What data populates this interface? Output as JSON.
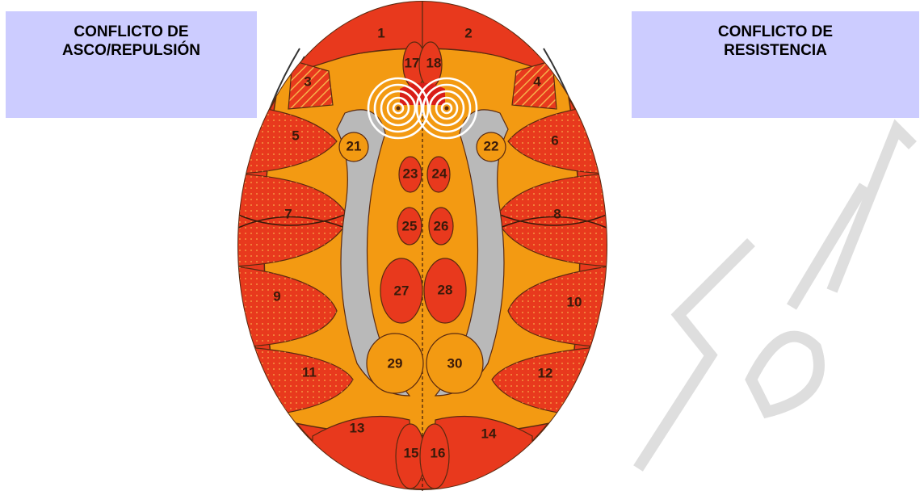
{
  "left_box": {
    "line1": "CONFLICTO DE",
    "line2": "ASCO/REPULSIÓN"
  },
  "right_box": {
    "line1": "CONFLICTO DE",
    "line2": "RESISTENCIA"
  },
  "zones": [
    "1",
    "2",
    "3",
    "4",
    "5",
    "6",
    "7",
    "8",
    "9",
    "10",
    "11",
    "12",
    "13",
    "14",
    "15",
    "16",
    "17",
    "18",
    "21",
    "22",
    "23",
    "24",
    "25",
    "26",
    "27",
    "28",
    "29",
    "30"
  ],
  "colors": {
    "outer_red": "#e8391d",
    "orange": "#f39a12",
    "grey": "#b9b9b9",
    "box": "#ccccff",
    "dark_red": "#d91e18"
  }
}
